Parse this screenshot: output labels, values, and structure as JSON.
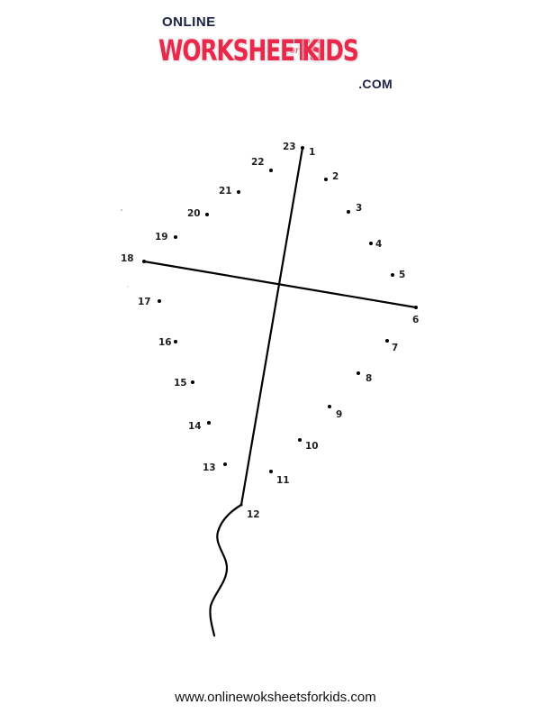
{
  "logo": {
    "online": "ONLINE",
    "worksheets": "WORKSHEETS",
    "for": "for",
    "kids": "KIDS",
    "com": ".COM",
    "colors": {
      "primary_red": "#e8294c",
      "navy": "#1c2340"
    }
  },
  "worksheet": {
    "type": "connect-the-dots",
    "subject": "kite",
    "dots": [
      {
        "n": "1",
        "label": "1"
      },
      {
        "n": "2",
        "label": "2"
      },
      {
        "n": "3",
        "label": "3"
      },
      {
        "n": "4",
        "label": "4"
      },
      {
        "n": "5",
        "label": "5"
      },
      {
        "n": "6",
        "label": "6"
      },
      {
        "n": "7",
        "label": "7"
      },
      {
        "n": "8",
        "label": "8"
      },
      {
        "n": "9",
        "label": "9"
      },
      {
        "n": "10",
        "label": "10"
      },
      {
        "n": "11",
        "label": "11"
      },
      {
        "n": "12",
        "label": "12"
      },
      {
        "n": "13",
        "label": "13"
      },
      {
        "n": "14",
        "label": "14"
      },
      {
        "n": "15",
        "label": "15"
      },
      {
        "n": "16",
        "label": "16"
      },
      {
        "n": "17",
        "label": "17"
      },
      {
        "n": "18",
        "label": "18"
      },
      {
        "n": "19",
        "label": "19"
      },
      {
        "n": "20",
        "label": "20"
      },
      {
        "n": "21",
        "label": "21"
      },
      {
        "n": "22",
        "label": "22"
      },
      {
        "n": "23",
        "label": "23"
      }
    ],
    "ink_color": "#000000"
  },
  "footer": {
    "url": "www.onlinewoksheetsforkids.com"
  }
}
